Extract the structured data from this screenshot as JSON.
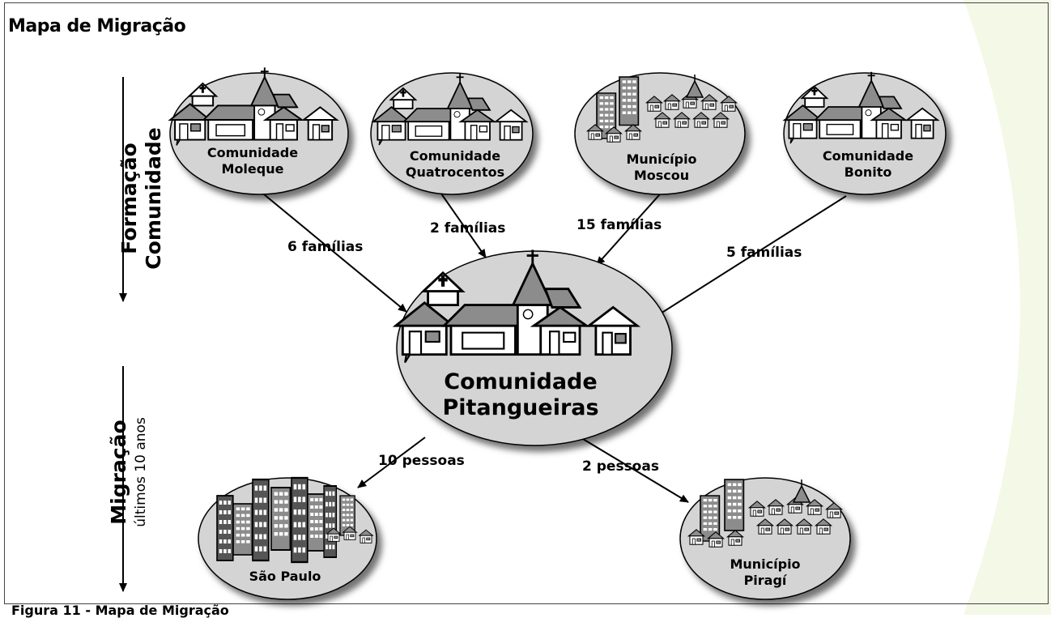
{
  "title": "Mapa de Migração",
  "caption": "Figura 11 - Mapa de Migração",
  "sections": {
    "formation": {
      "line1": "Formação",
      "line2": "Comunidade"
    },
    "migration": {
      "line1": "Migração",
      "line2": "últimos 10 anos"
    }
  },
  "nodes": {
    "moleque": {
      "line1": "Comunidade",
      "line2": "Moleque"
    },
    "quatrocentos": {
      "line1": "Comunidade",
      "line2": "Quatrocentos"
    },
    "moscou": {
      "line1": "Município",
      "line2": "Moscou"
    },
    "bonito": {
      "line1": "Comunidade",
      "line2": "Bonito"
    },
    "pitangueiras": {
      "line1": "Comunidade",
      "line2": "Pitangueiras"
    },
    "saopaulo": {
      "line1": "São Paulo"
    },
    "piragi": {
      "line1": "Município",
      "line2": "Piragí"
    }
  },
  "flows": {
    "moleque": "6 famílias",
    "quatrocentos": "2 famílias",
    "moscou": "15 famílias",
    "bonito": "5 famílias",
    "saopaulo": "10 pessoas",
    "piragi": "2 pessoas"
  },
  "colors": {
    "ellipse_fill": "#d4d4d4",
    "roof": "#8c8c8c",
    "wall": "#ffffff",
    "bg_accent": "#f4f8e6"
  }
}
